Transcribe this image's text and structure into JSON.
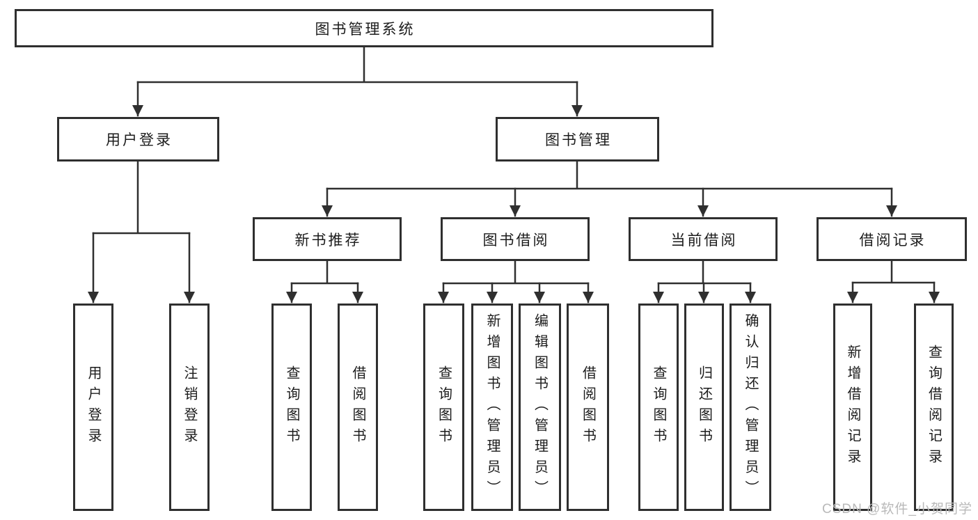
{
  "tree": {
    "root": {
      "label": "图书管理系统",
      "children": [
        {
          "label": "用户登录",
          "children": [
            {
              "label": "用户登录"
            },
            {
              "label": "注销登录"
            }
          ]
        },
        {
          "label": "图书管理",
          "children": [
            {
              "label": "新书推荐",
              "children": [
                {
                  "label": "查询图书"
                },
                {
                  "label": "借阅图书"
                }
              ]
            },
            {
              "label": "图书借阅",
              "children": [
                {
                  "label": "查询图书"
                },
                {
                  "label": "新增图书（管理员）"
                },
                {
                  "label": "编辑图书（管理员）"
                },
                {
                  "label": "借阅图书"
                }
              ]
            },
            {
              "label": "当前借阅",
              "children": [
                {
                  "label": "查询图书"
                },
                {
                  "label": "归还图书"
                },
                {
                  "label": "确认归还（管理员）"
                }
              ]
            },
            {
              "label": "借阅记录",
              "children": [
                {
                  "label": "新增借阅记录"
                },
                {
                  "label": "查询借阅记录"
                }
              ]
            }
          ]
        }
      ]
    }
  },
  "watermark": {
    "text": "CSDN @软件_小贺同学"
  },
  "colors": {
    "line": "#2f2f2f",
    "box_border": "#2f2f2f",
    "box_background": "#ffffff",
    "text": "#1c1c1c",
    "watermark": "#b9b9b9",
    "background": "#ffffff"
  }
}
